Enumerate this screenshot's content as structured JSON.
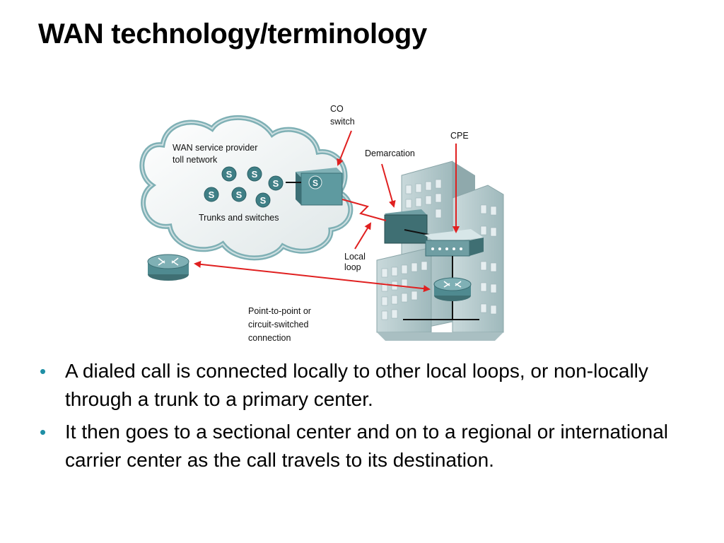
{
  "slide": {
    "title": "WAN technology/terminology"
  },
  "diagram": {
    "labels": {
      "cloud": [
        "WAN service provider",
        "toll network"
      ],
      "trunks": "Trunks and switches",
      "co_switch": [
        "CO",
        "switch"
      ],
      "demarcation": "Demarcation",
      "cpe": "CPE",
      "local_loop": [
        "Local",
        "loop"
      ],
      "p2p": [
        "Point-to-point or",
        "circuit-switched",
        "connection"
      ]
    },
    "switch_symbol": "S",
    "colors": {
      "arrow": "#e02020",
      "device": "#4f8a90",
      "cloud_fill": "#eeeeee",
      "cloud_edge": "#8ab8bc",
      "building": "#b7cccf"
    }
  },
  "bullets": [
    "A dialed call is connected locally to other local loops, or non-locally through a trunk to a primary center.",
    "It then goes to a sectional center and on to a regional or international carrier center as the call travels to its destination."
  ],
  "bullet_symbol": "•"
}
